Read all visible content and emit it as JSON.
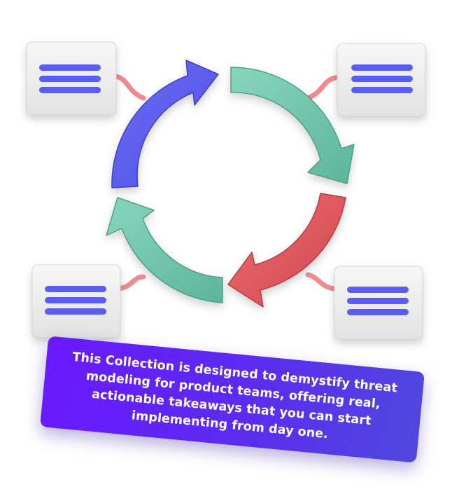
{
  "banner": {
    "text": "This Collection is designed to demystify threat modeling for product teams, offering real, actionable takeaways that you can start implementing from day one."
  },
  "colors": {
    "arrow_blue": "#5b5cf0",
    "arrow_teal": "#6cc3a8",
    "arrow_red": "#e0575d",
    "card": "#eeeeee",
    "card_lines": "#5a5cf2",
    "connector": "#f08a8f",
    "banner_start": "#6a19ff",
    "banner_end": "#4f48de"
  },
  "diagram": {
    "cards": [
      {
        "position": "top-left",
        "lines": 3
      },
      {
        "position": "top-right",
        "lines": 3
      },
      {
        "position": "bottom-left",
        "lines": 3
      },
      {
        "position": "bottom-right",
        "lines": 3
      }
    ],
    "arrows": [
      {
        "position": "top-left",
        "color": "blue",
        "direction": "clockwise"
      },
      {
        "position": "top-right",
        "color": "teal",
        "direction": "clockwise"
      },
      {
        "position": "bottom-right",
        "color": "red",
        "direction": "clockwise"
      },
      {
        "position": "bottom-left",
        "color": "teal",
        "direction": "clockwise"
      }
    ]
  }
}
